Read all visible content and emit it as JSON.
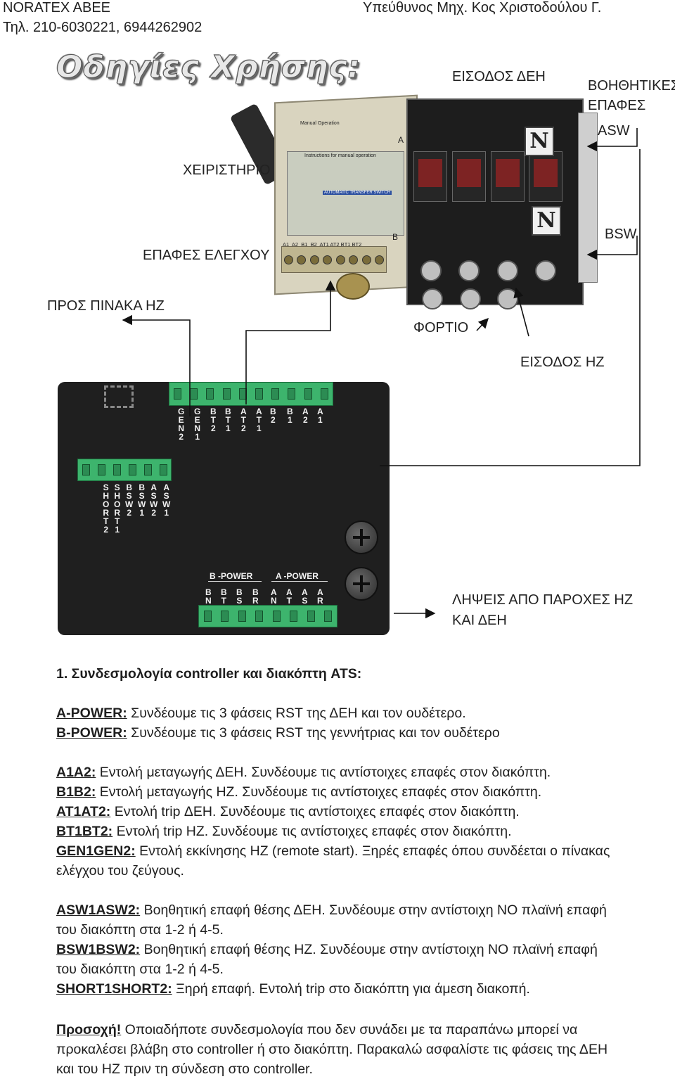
{
  "header": {
    "company": "NORATEX ABEE",
    "phone": "Τηλ. 210-6030221, 6944262902",
    "responsible": "Υπεύθυνος Μηχ. Κος Χριστοδούλου Γ."
  },
  "title_logo": "Οδηγίες Χρήσης:",
  "device_labels": {
    "input_deh": "ΕΙΣΟΔΟΣ ΔΕΗ",
    "aux_contacts_1": "ΒΟΗΘΗΤΙΚΕΣ",
    "aux_contacts_2": "ΕΠΑΦΕΣ",
    "asw": "ASW",
    "handle": "ΧΕΙΡΙΣΤΗΡΙΟ",
    "bsw": "BSW",
    "control_contacts": "ΕΠΑΦΕΣ ΕΛΕΓΧΟΥ",
    "to_gen_panel": "ΠΡΟΣ ΠΙΝΑΚΑ ΗΖ",
    "load": "ΦΟΡΤΙΟ",
    "input_gen": "ΕΙΣΟΔΟΣ ΗΖ",
    "supply_1": "ΛΗΨΕΙΣ ΑΠΟ ΠΑΡΟΧΕΣ ΗΖ",
    "supply_2": "ΚΑΙ ΔΕΗ"
  },
  "device_printed": {
    "n_badge_top": "N",
    "n_badge_bottom": "N",
    "plate_lines": [
      "Manual Operation",
      "Instructions for manual operation",
      "AUTOMATIC TRANSFER SWITCH"
    ],
    "terminal_text": "A1  A2  B1  B2  AT1 AT2 BT1 BT2",
    "side_a": "A",
    "side_b": "B"
  },
  "controller": {
    "top_pins": [
      "G\nE\nN\n2",
      "G\nE\nN\n1",
      "B\nT\n2",
      "B\nT\n1",
      "A\nT\n2",
      "A\nT\n1",
      "B\n2",
      "B\n1",
      "A\n2",
      "A\n1"
    ],
    "left_pins": [
      "S\nH\nO\nR\nT\n2",
      "S\nH\nO\nR\nT\n1",
      "B\nS\nW\n2",
      "B\nS\nW\n1",
      "A\nS\nW\n2",
      "A\nS\nW\n1"
    ],
    "b_power_label": "B -POWER",
    "a_power_label": "A -POWER",
    "bottom_pins": [
      "B\nN",
      "B\nT",
      "B\nS",
      "B\nR",
      "A\nN",
      "A\nT",
      "A\nS",
      "A\nR"
    ]
  },
  "doc": {
    "section_title": "1.  Συνδεσμολογία controller και διακόπτη ATS:",
    "a_power_key": "A-POWER:",
    "a_power_text": " Συνδέουμε τις 3 φάσεις RST της ΔΕΗ και τον ουδέτερο.",
    "b_power_key": "B-POWER:",
    "b_power_text": " Συνδέουμε τις 3 φάσεις RST της γεννήτριας και τον ουδέτερο",
    "a1a2_key": "A1A2:",
    "a1a2_text": " Εντολή μεταγωγής ΔΕΗ. Συνδέουμε τις αντίστοιχες επαφές στον διακόπτη.",
    "b1b2_key": "B1B2:",
    "b1b2_text": " Εντολή μεταγωγής ΗΖ. Συνδέουμε τις αντίστοιχες επαφές στον διακόπτη.",
    "at_key": "AT1AT2:",
    "at_text": " Εντολή trip ΔΕΗ. Συνδέουμε τις αντίστοιχες επαφές στον διακόπτη.",
    "bt_key": "BT1BT2:",
    "bt_text": " Εντολή trip ΗΖ. Συνδέουμε τις αντίστοιχες επαφές στον διακόπτη.",
    "gen_key": "GEN1GEN2:",
    "gen_text": "  Εντολή εκκίνησης ΗΖ (remote start). Ξηρές επαφές όπου συνδέεται ο πίνακας ελέγχου του ζεύγους.",
    "asw_key": "ASW1ASW2:",
    "asw_text": " Βοηθητική επαφή θέσης ΔΕΗ.  Συνδέουμε στην αντίστοιχη ΝΟ πλαϊνή επαφή του διακόπτη στα 1-2 ή 4-5.",
    "bsw_key": "BSW1BSW2:",
    "bsw_text": " Βοηθητική επαφή θέσης ΗΖ.  Συνδέουμε στην αντίστοιχη ΝΟ πλαϊνή επαφή του διακόπτη στα 1-2 ή 4-5.",
    "short_key": "SHORT1SHORT2:",
    "short_text": " Ξηρή επαφή. Εντολή trip στο διακόπτη για άμεση διακοπή.",
    "warn_key": "Προσοχή!",
    "warn_text": " Οποιαδήποτε συνδεσμολογία που δεν συνάδει με τα παραπάνω μπορεί να προκαλέσει βλάβη στο controller ή στο διακόπτη. Παρακαλώ ασφαλίστε τις φάσεις της ΔΕΗ και του ΗΖ πριν τη σύνδεση στο controller."
  }
}
